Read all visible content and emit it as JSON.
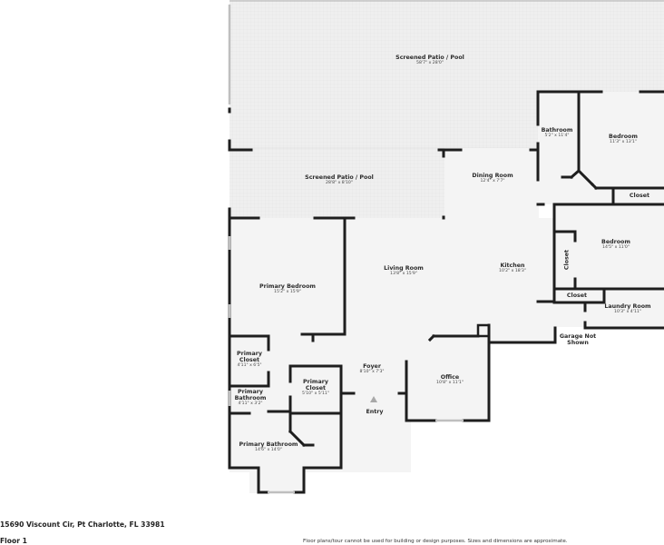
{
  "colors": {
    "wall": "#1e1e1e",
    "floor": "#f4f4f4",
    "patio": "#ececec",
    "window": "#cfcfcf",
    "text": "#2b2b2b"
  },
  "rooms": {
    "patio_large": {
      "name": "Screened Patio / Pool",
      "dims": "58'7\" x 28'0\""
    },
    "patio_small": {
      "name": "Screened Patio / Pool",
      "dims": "28'8\" x 8'10\""
    },
    "bathroom": {
      "name": "Bathroom",
      "dims": "5'2\" x 11'4\""
    },
    "bedroom_ne": {
      "name": "Bedroom",
      "dims": "11'3\" x 13'1\""
    },
    "dining": {
      "name": "Dining Room",
      "dims": "12'4\" x 7'7\""
    },
    "closet_ne": {
      "name": "Closet"
    },
    "bedroom_e": {
      "name": "Bedroom",
      "dims": "14'5\" x 11'0\""
    },
    "closet_vertical": {
      "name": "Closet"
    },
    "living": {
      "name": "Living Room",
      "dims": "13'8\" x 15'9\""
    },
    "kitchen": {
      "name": "Kitchen",
      "dims": "10'2\" x 18'3\""
    },
    "closet_laundry": {
      "name": "Closet"
    },
    "laundry": {
      "name": "Laundry Room",
      "dims": "10'3\" x 4'11\""
    },
    "garage": {
      "name": "Garage Not Shown"
    },
    "primary_bedroom": {
      "name": "Primary Bedroom",
      "dims": "15'2\" x 15'9\""
    },
    "primary_closet_1": {
      "name": "Primary Closet",
      "dims": "4'11\" x 6'5\""
    },
    "primary_bathroom_small": {
      "name": "Primary Bathroom",
      "dims": "4'11\" x 3'2\""
    },
    "primary_closet_2": {
      "name": "Primary Closet",
      "dims": "5'10\" x 5'11\""
    },
    "foyer": {
      "name": "Foyer",
      "dims": "8'10\" x 7'3\""
    },
    "entry": {
      "name": "Entry"
    },
    "office": {
      "name": "Office",
      "dims": "10'8\" x 11'1\""
    },
    "primary_bathroom": {
      "name": "Primary Bathroom",
      "dims": "14'6\" x 14'0\""
    }
  },
  "footer": {
    "address": "15690 Viscount Cir, Pt Charlotte, FL 33981",
    "floor": "Floor 1",
    "disclaimer": "Floor plans/tour cannot be used for building or design purposes. Sizes and dimensions are approximate."
  }
}
